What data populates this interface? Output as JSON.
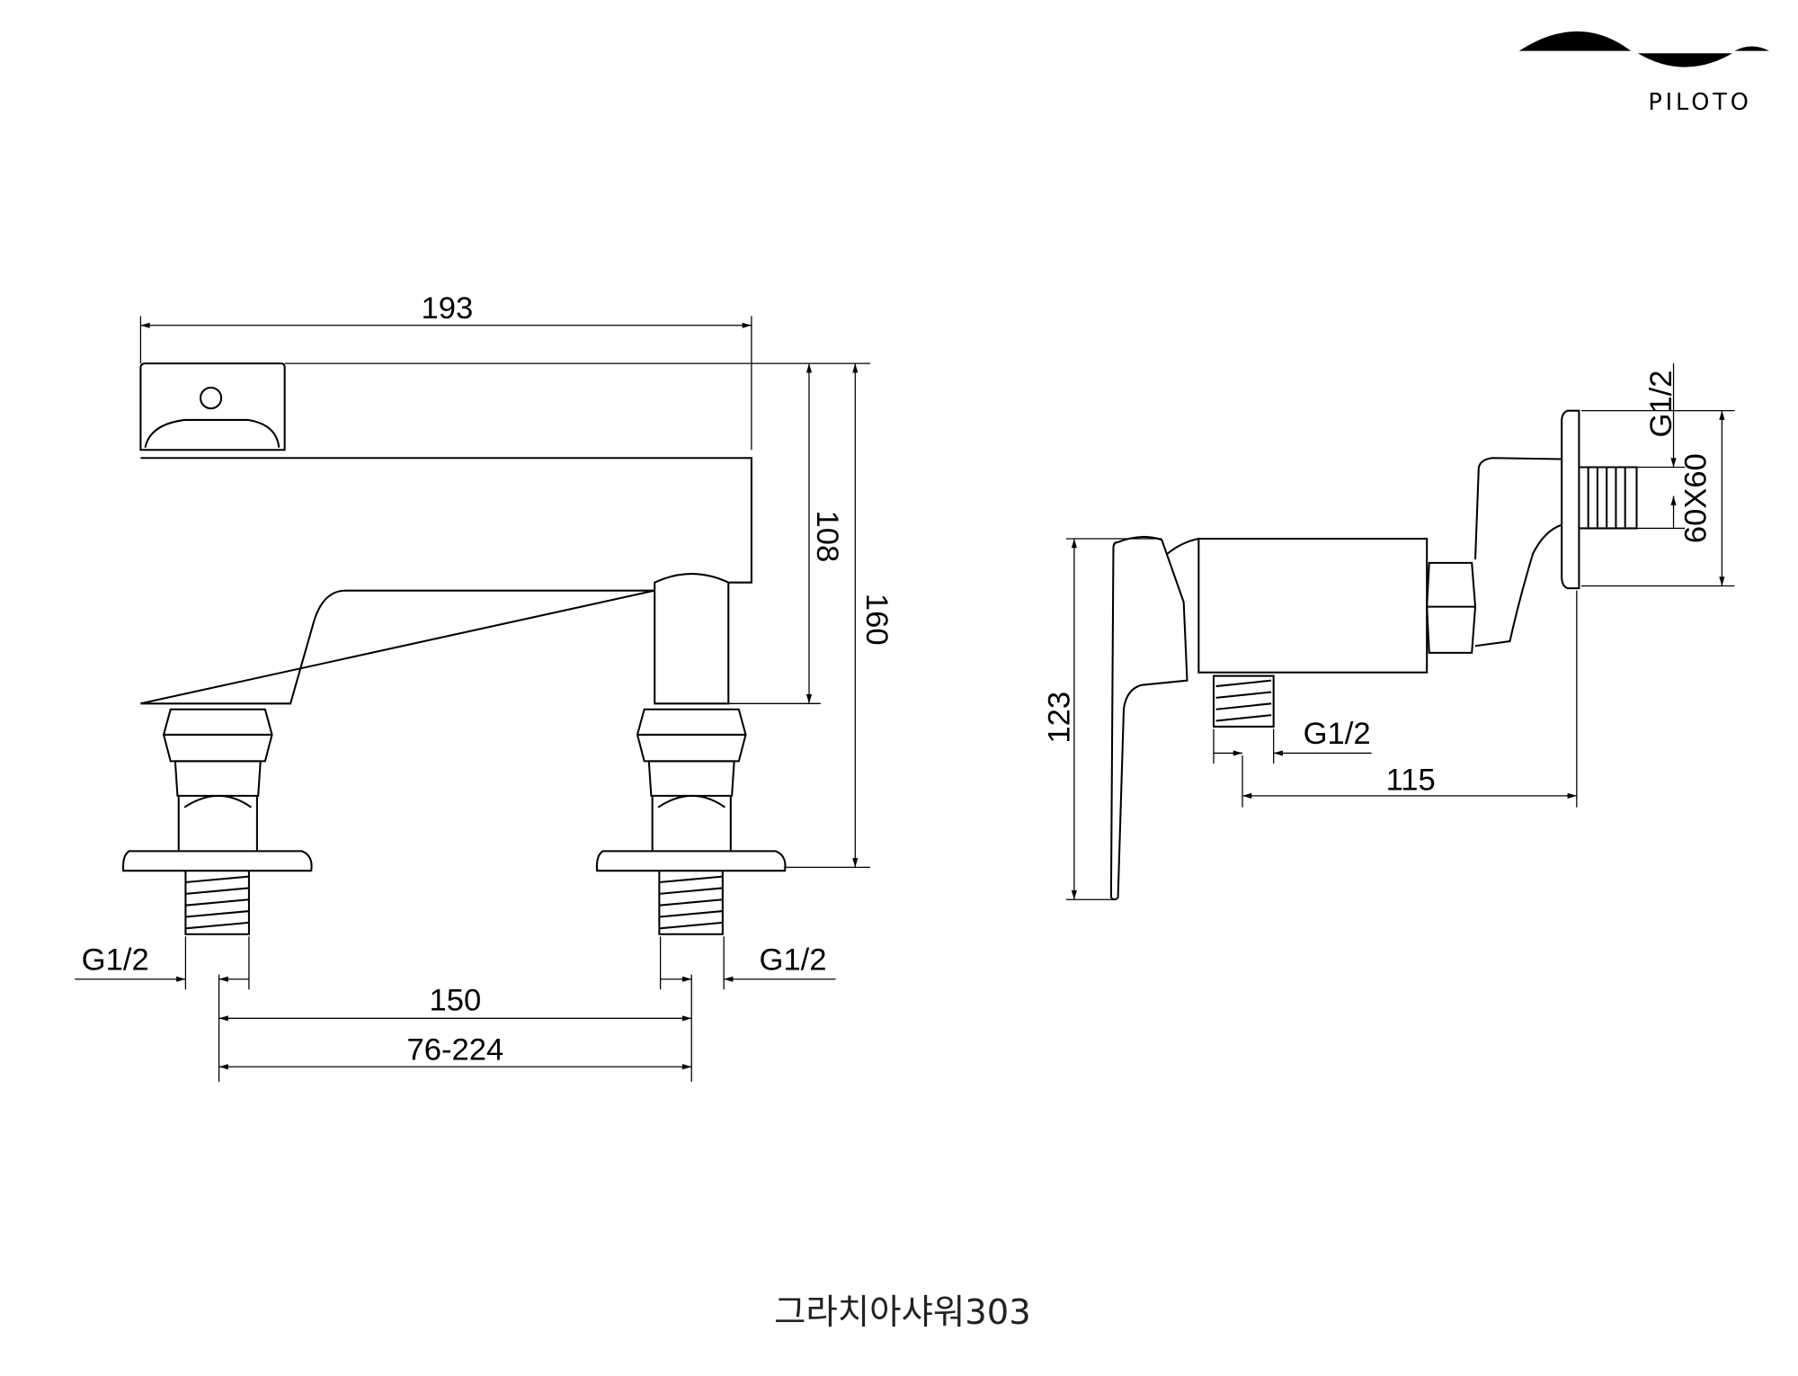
{
  "brand": {
    "name": "PILOTO"
  },
  "title": "그라치아샤워303",
  "front_view": {
    "width_label": "193",
    "height_spout_label": "108",
    "height_total_label": "160",
    "inlet_left_label": "G1/2",
    "inlet_right_label": "G1/2",
    "center_distance_label": "150",
    "center_range_label": "76-224"
  },
  "side_view": {
    "height_label": "123",
    "outlet_label": "G1/2",
    "depth_label": "115",
    "wall_thread_label": "G1/2",
    "flange_label": "60X60"
  }
}
